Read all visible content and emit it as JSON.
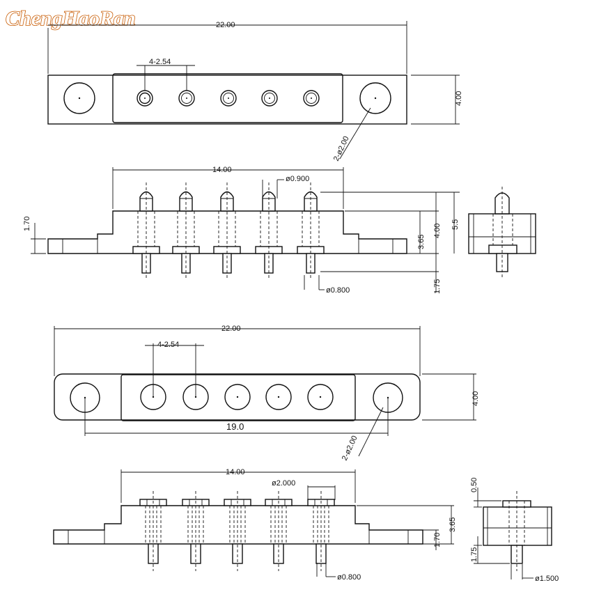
{
  "brand": "ChengHaoRan",
  "colors": {
    "line": "#111111",
    "background": "#ffffff",
    "brand_outline": "#c85a00"
  },
  "views": {
    "top1": {
      "width": "22.00",
      "height": "4.00",
      "pitch": "4-2.54",
      "mount_hole": "2-ø2.00"
    },
    "side1": {
      "length": "14.00",
      "pin_top_dia": "ø0.900",
      "pin_bottom_dia": "ø0.800",
      "body_height": "3.65",
      "pin_height": "4.00",
      "total_height": "5.5",
      "flange": "1.70",
      "tail": "1.75"
    },
    "top2": {
      "width": "22.00",
      "height": "4.00",
      "pitch": "4-2.54",
      "hole_span": "19.0",
      "mount_hole": "2-ø2.00"
    },
    "side2": {
      "length": "14.00",
      "pad_dia": "ø2.000",
      "pin_bottom_dia": "ø0.800",
      "body_height": "3.65",
      "flange": "1.70"
    },
    "end2": {
      "top": "0.50",
      "tail": "1.75",
      "tail_dia": "ø1.500"
    }
  }
}
